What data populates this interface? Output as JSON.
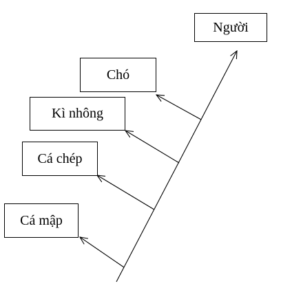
{
  "nodes": [
    {
      "id": "nguoi",
      "label": "Người"
    },
    {
      "id": "cho",
      "label": "Chó"
    },
    {
      "id": "kinhong",
      "label": "Kì nhông"
    },
    {
      "id": "cachep",
      "label": "Cá chép"
    },
    {
      "id": "camap",
      "label": "Cá mập"
    }
  ],
  "colors": {
    "stroke": "#000000",
    "background": "#ffffff"
  }
}
